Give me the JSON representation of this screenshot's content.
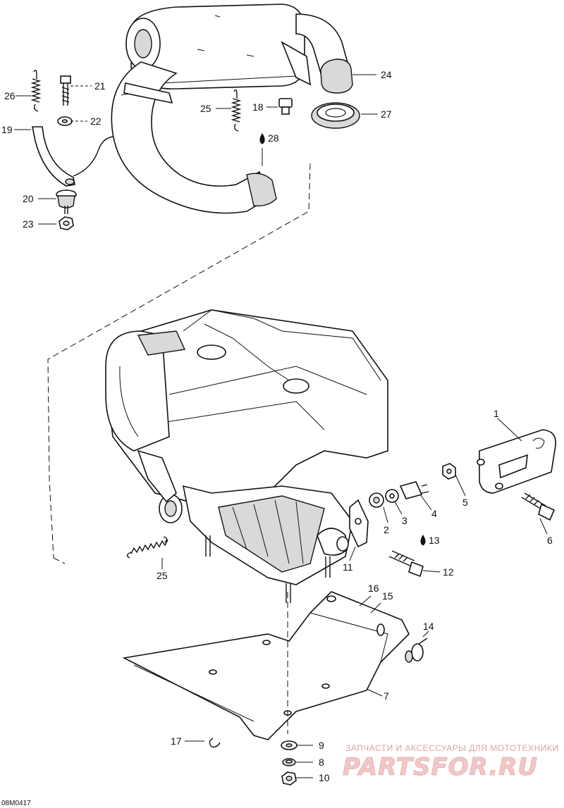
{
  "diagram": {
    "drawing_code": "08M0417",
    "callouts": [
      {
        "id": "c1",
        "text": "1"
      },
      {
        "id": "c2",
        "text": "2"
      },
      {
        "id": "c3",
        "text": "3"
      },
      {
        "id": "c4",
        "text": "4"
      },
      {
        "id": "c5",
        "text": "5"
      },
      {
        "id": "c6",
        "text": "6"
      },
      {
        "id": "c7",
        "text": "7"
      },
      {
        "id": "c8",
        "text": "8"
      },
      {
        "id": "c9",
        "text": "9"
      },
      {
        "id": "c10",
        "text": "10"
      },
      {
        "id": "c11",
        "text": "11"
      },
      {
        "id": "c12",
        "text": "12"
      },
      {
        "id": "c13",
        "text": "13"
      },
      {
        "id": "c14",
        "text": "14"
      },
      {
        "id": "c15",
        "text": "15"
      },
      {
        "id": "c16",
        "text": "16"
      },
      {
        "id": "c17",
        "text": "17"
      },
      {
        "id": "c18",
        "text": "18"
      },
      {
        "id": "c19",
        "text": "19"
      },
      {
        "id": "c20",
        "text": "20"
      },
      {
        "id": "c21",
        "text": "21"
      },
      {
        "id": "c22",
        "text": "22"
      },
      {
        "id": "c23",
        "text": "23"
      },
      {
        "id": "c24",
        "text": "24"
      },
      {
        "id": "c25a",
        "text": "25"
      },
      {
        "id": "c25b",
        "text": "25"
      },
      {
        "id": "c26",
        "text": "26"
      },
      {
        "id": "c27",
        "text": "27"
      },
      {
        "id": "c28",
        "text": "28"
      }
    ]
  },
  "watermark": {
    "tagline": "ЗАПЧАСТИ И АКСЕССУАРЫ ДЛЯ МОТОТЕХНИКИ",
    "brand": "PARTSFOR.RU"
  },
  "colors": {
    "ink": "#111111",
    "watermark": "#f2c7c7"
  }
}
